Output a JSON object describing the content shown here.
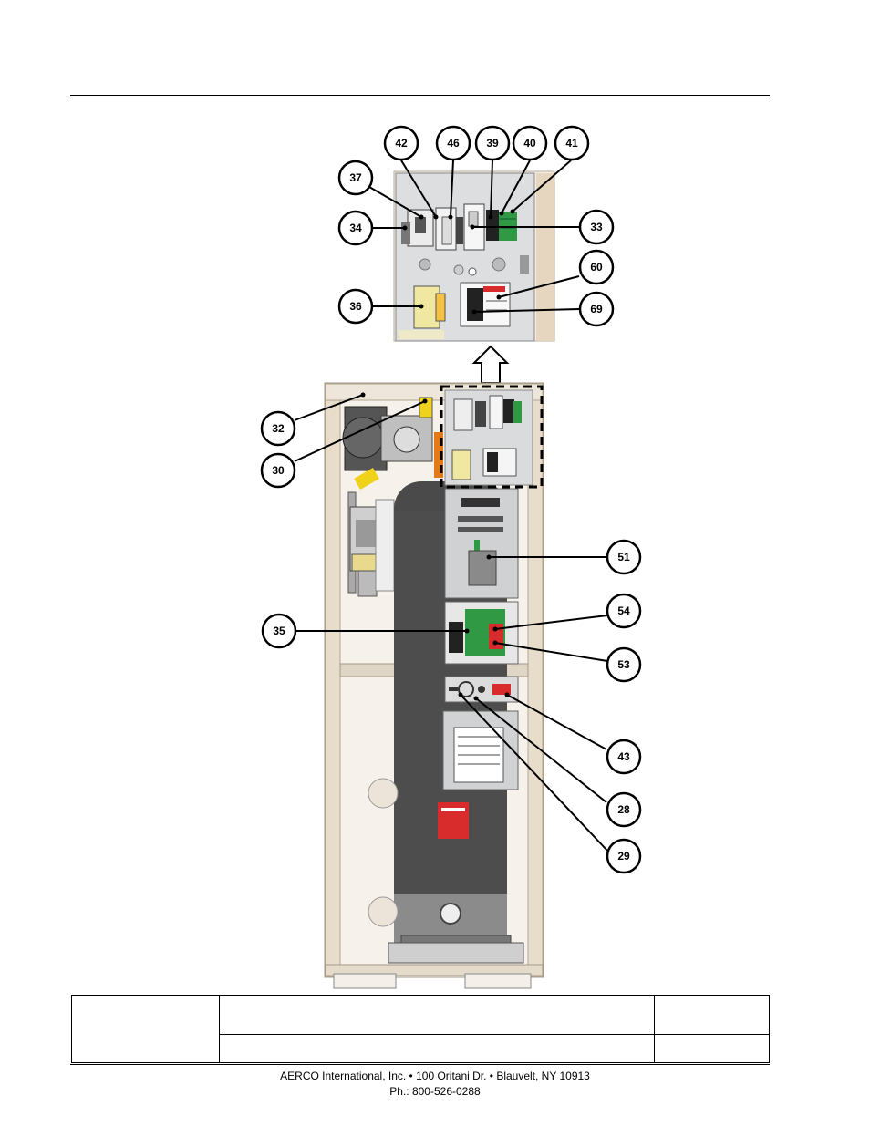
{
  "callouts": {
    "c42": "42",
    "c46": "46",
    "c39": "39",
    "c40": "40",
    "c41": "41",
    "c37": "37",
    "c34": "34",
    "c33": "33",
    "c36": "36",
    "c60": "60",
    "c69": "69",
    "c32": "32",
    "c30": "30",
    "c51": "51",
    "c35": "35",
    "c54": "54",
    "c53": "53",
    "c43": "43",
    "c28": "28",
    "c29": "29"
  },
  "footer": {
    "line1": "AERCO International, Inc. • 100 Oritani Dr. •  Blauvelt, NY 10913",
    "line2": "Ph.: 800-526-0288"
  },
  "colors": {
    "panel_gray": "#d9dbdc",
    "frame_tan": "#e8dccb",
    "tank_dark": "#4a4a4a",
    "board_green": "#2f9a43",
    "alert_red": "#d82b2b",
    "pipe_yellow": "#f0d21a"
  }
}
